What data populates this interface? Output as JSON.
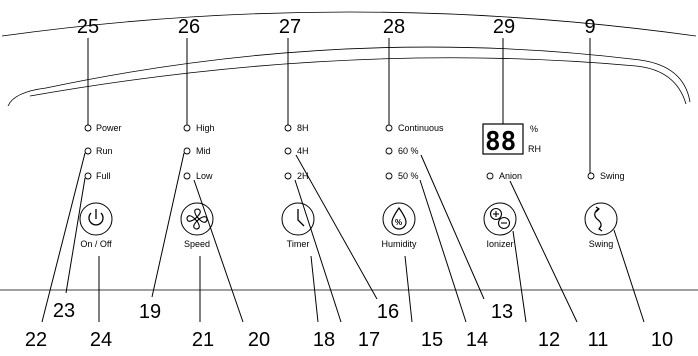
{
  "callouts": {
    "c25": "25",
    "c26": "26",
    "c27": "27",
    "c28": "28",
    "c29": "29",
    "c9": "9",
    "c22": "22",
    "c23": "23",
    "c24": "24",
    "c19": "19",
    "c21": "21",
    "c20": "20",
    "c18": "18",
    "c17": "17",
    "c16": "16",
    "c15": "15",
    "c14": "14",
    "c13": "13",
    "c12": "12",
    "c11": "11",
    "c10": "10"
  },
  "indicators": {
    "power": "Power",
    "run": "Run",
    "full": "Full",
    "high": "High",
    "mid": "Mid",
    "low": "Low",
    "t8h": "8H",
    "t4h": "4H",
    "t2h": "2H",
    "continuous": "Continuous",
    "h60": "60 %",
    "h50": "50 %",
    "anion": "Anion",
    "swing": "Swing"
  },
  "display": {
    "digits": "88",
    "percent": "%",
    "rh": "RH"
  },
  "buttons": {
    "onoff": "On / Off",
    "speed": "Speed",
    "timer": "Timer",
    "humidity": "Humidity",
    "humidity_glyph": "%",
    "ionizer": "Ionizer",
    "swing": "Swing"
  },
  "icons": {
    "onoff": "power-icon",
    "speed": "fan-icon",
    "timer": "clock-icon",
    "humidity": "droplet-percent-icon",
    "ionizer": "ion-icon",
    "swing": "swing-arrows-icon"
  },
  "colors": {
    "line": "#000000",
    "background": "#ffffff"
  }
}
